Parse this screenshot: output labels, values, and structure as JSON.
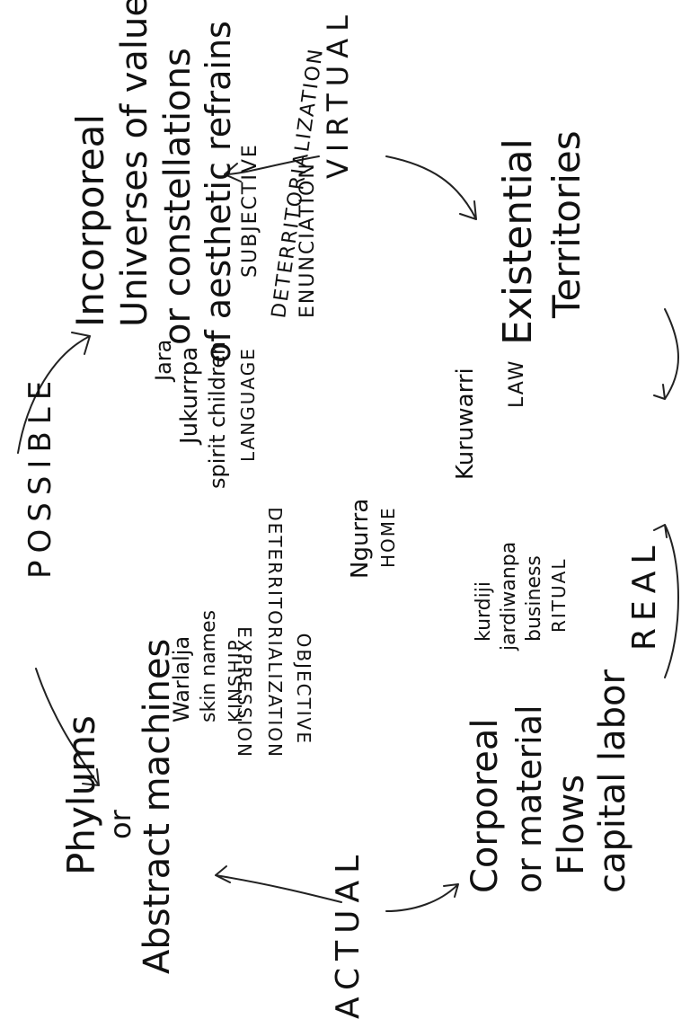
{
  "corners": {
    "possible": "POSSIBLE",
    "virtual": "VIRTUAL",
    "real": "REAL",
    "actual": "ACTUAL"
  },
  "quadrants": {
    "incorporeal": [
      "Incorporeal",
      "Universes of value",
      "or constellations",
      "of aesthetic refrains"
    ],
    "existential": [
      "Existential",
      "Territories"
    ],
    "phylums": [
      "Phylums",
      "or",
      "Abstract machines"
    ],
    "corporeal": [
      "Corporeal",
      "or material",
      "Flows",
      "capital labor"
    ]
  },
  "arcs": {
    "subjective": [
      "SUBJECTIVE",
      "DETERRITORIALIZATION",
      "ENUNCIATION"
    ],
    "objective": [
      "OBJECTIVE",
      "DETERRITORIALIZATION",
      "EXPRESSION"
    ]
  },
  "center": {
    "jukurrpa": [
      "Jara",
      "Jukurrpa",
      "spirit children",
      "LANGUAGE"
    ],
    "kuruwarri": [
      "Kuruwarri",
      "LAW"
    ],
    "ngurra": [
      "Ngurra",
      "HOME"
    ],
    "warlalja": [
      "Warlalja",
      "skin names",
      "KINSHIP"
    ],
    "kurdiji": [
      "kurdiji",
      "jardiwanpa",
      "business",
      "RITUAL"
    ]
  }
}
